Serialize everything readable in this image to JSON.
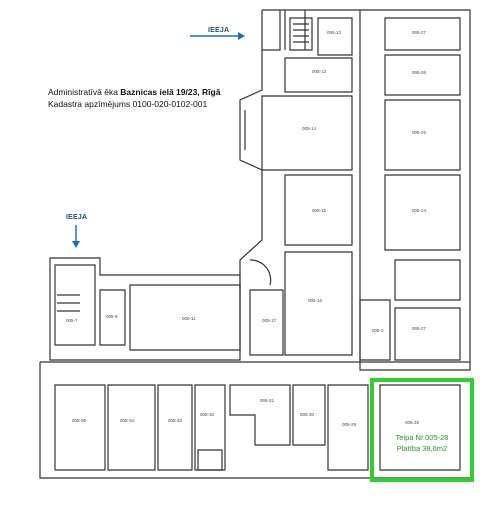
{
  "header": {
    "line1_prefix": "Administratīvā ēka ",
    "line1_bold": "Baznicas ielā 19/23, Rīgā",
    "line2": "Kadastra apzīmējums 0100-020-0102-001"
  },
  "entrances": {
    "top": "IEEJA",
    "left": "IEEJA"
  },
  "highlighted_room": {
    "line1": "Telpa Nr.005-28",
    "line2": "Platība 38,6m2",
    "color": "#33cc33"
  },
  "colors": {
    "wall": "#333333",
    "arrow": "#1f6fb0",
    "label_text": "#2d8f2d"
  }
}
